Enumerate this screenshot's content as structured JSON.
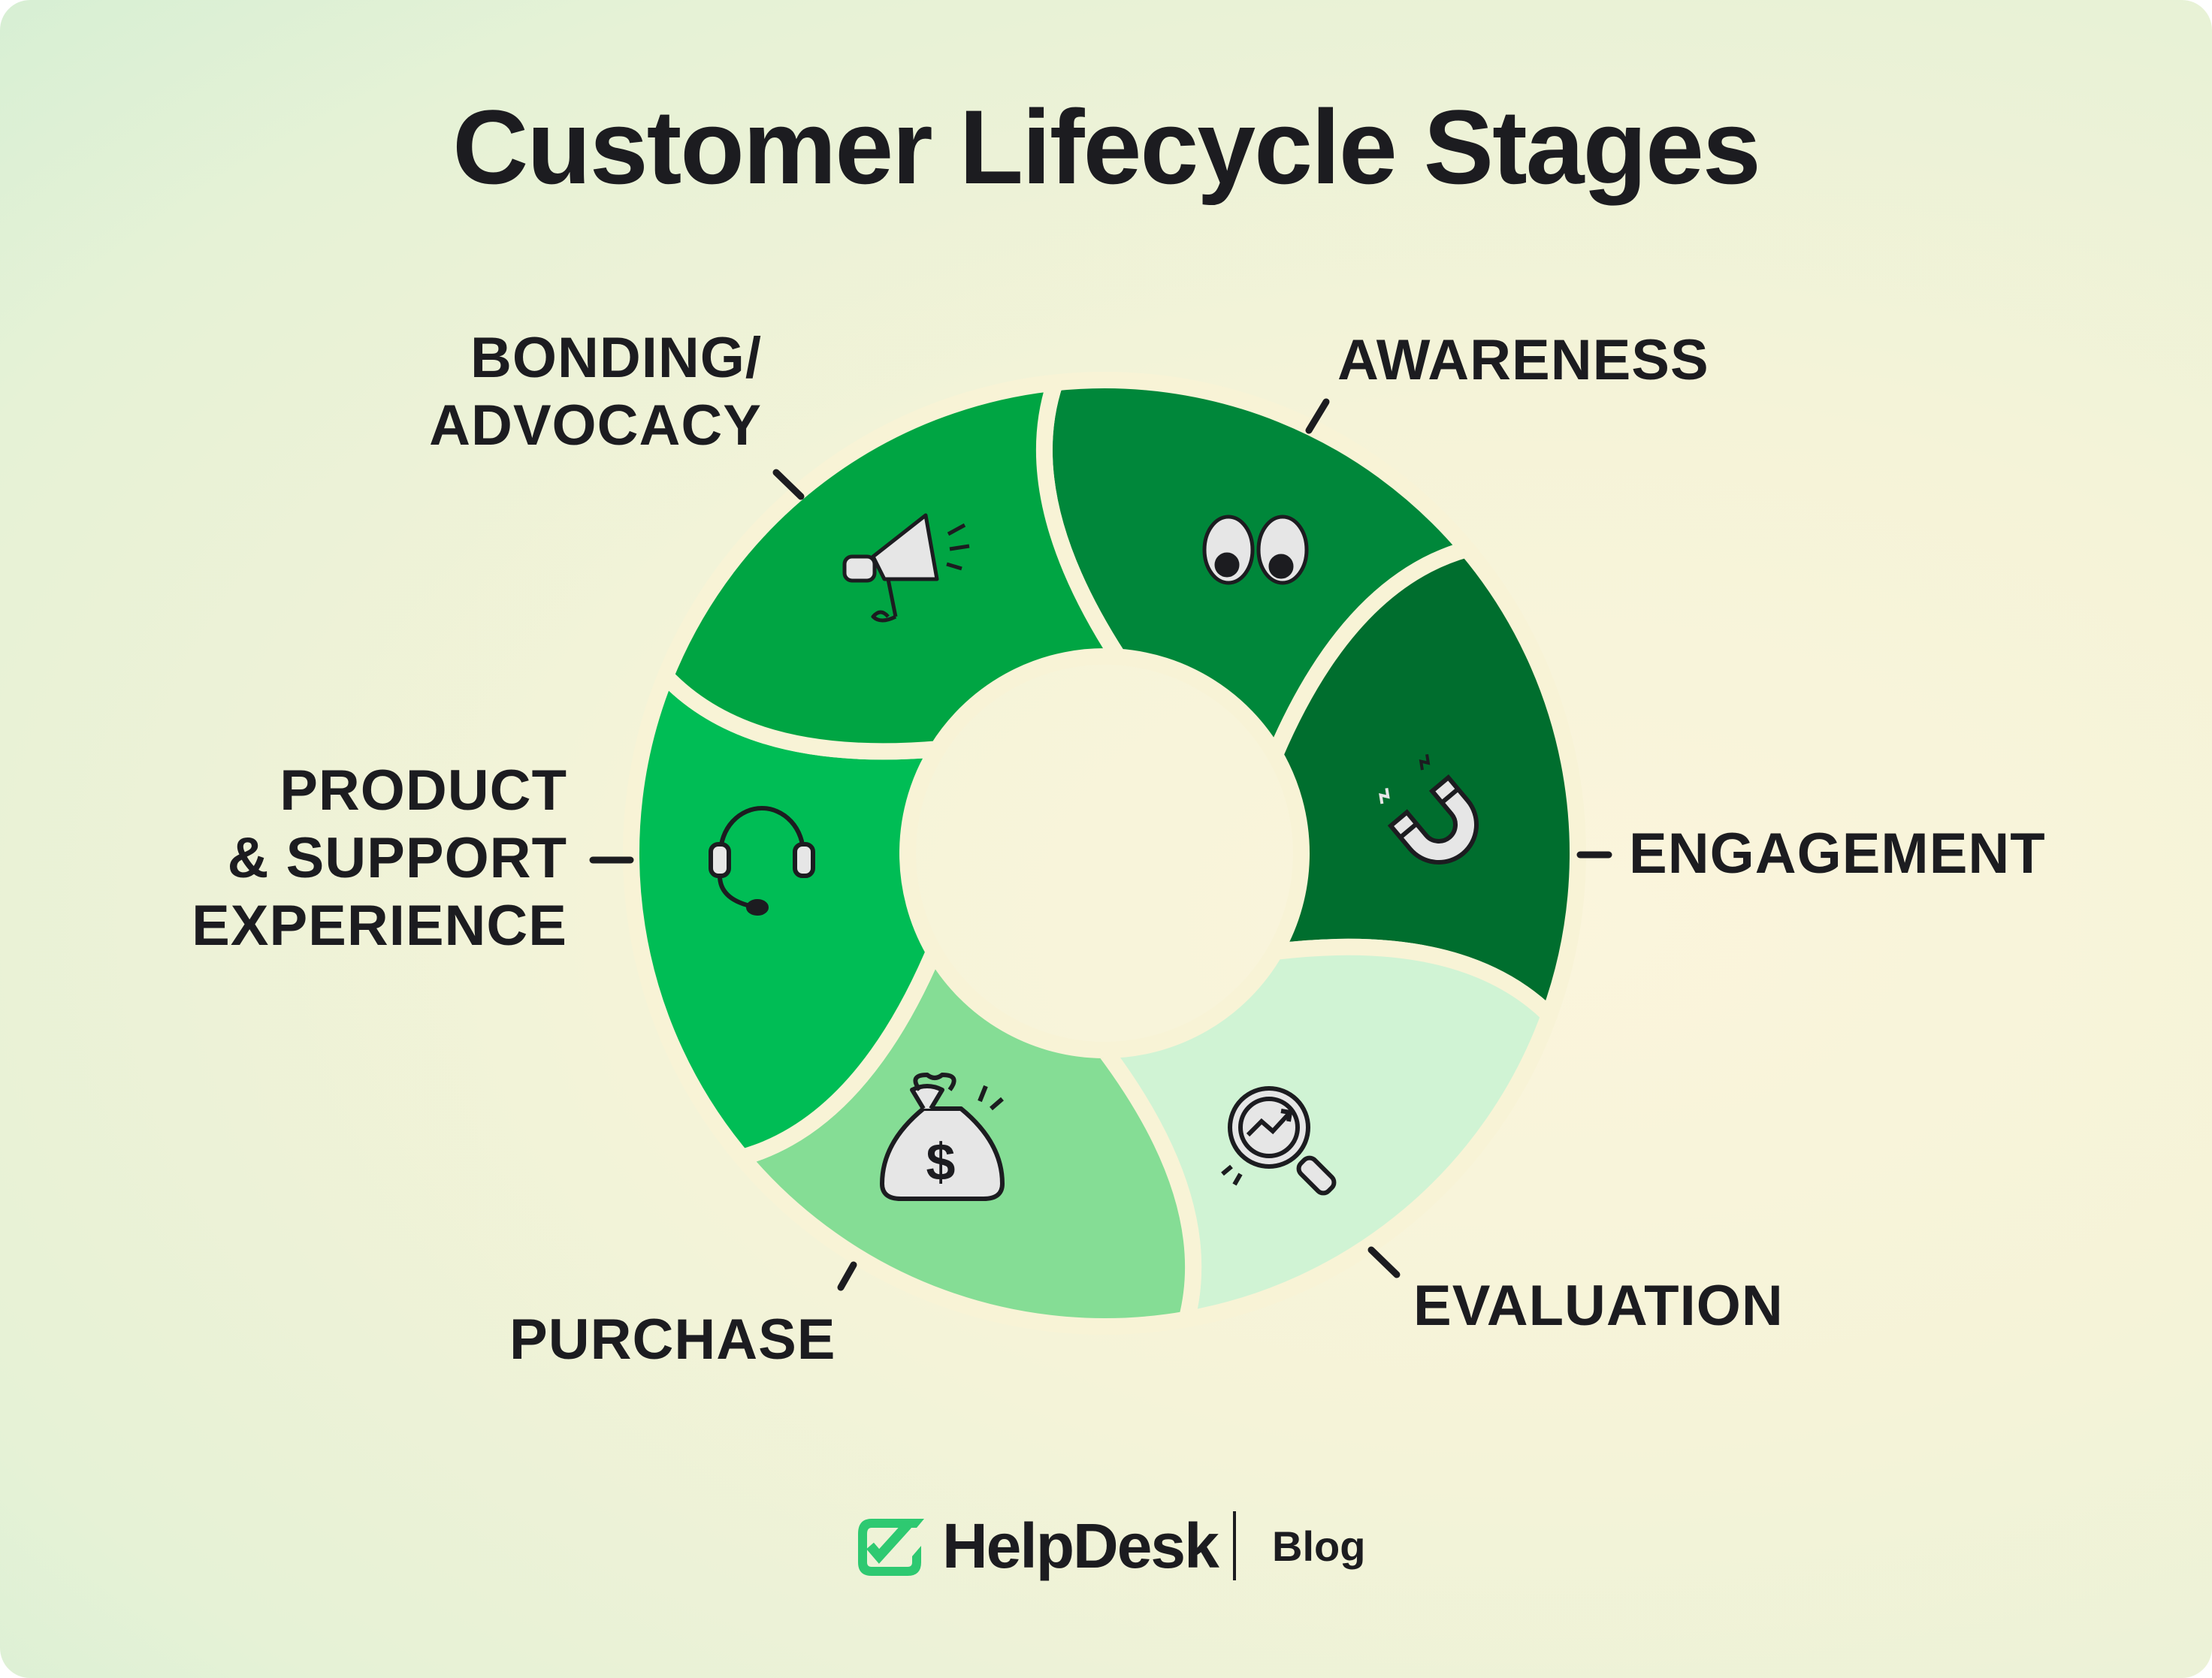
{
  "title": "Customer Lifecycle Stages",
  "stages": [
    {
      "label": "AWARENESS",
      "icon": "eyes-icon",
      "color": "#00873a"
    },
    {
      "label": "ENGAGEMENT",
      "icon": "magnet-icon",
      "color": "#006e2e"
    },
    {
      "label": "EVALUATION",
      "icon": "magnifier-chart-icon",
      "color": "#d0f3d4"
    },
    {
      "label": "PURCHASE",
      "icon": "money-bag-icon",
      "color": "#85dd95"
    },
    {
      "label_lines": [
        "PRODUCT",
        "& SUPPORT",
        "EXPERIENCE"
      ],
      "icon": "headset-icon",
      "color": "#00bd55"
    },
    {
      "label_lines": [
        "BONDING/",
        "ADVOCACY"
      ],
      "icon": "megaphone-icon",
      "color": "#00a543"
    }
  ],
  "footer": {
    "brand": "HelpDesk",
    "section": "Blog",
    "brand_color": "#2ec971"
  },
  "background_gap_color": "#f8f3d6"
}
